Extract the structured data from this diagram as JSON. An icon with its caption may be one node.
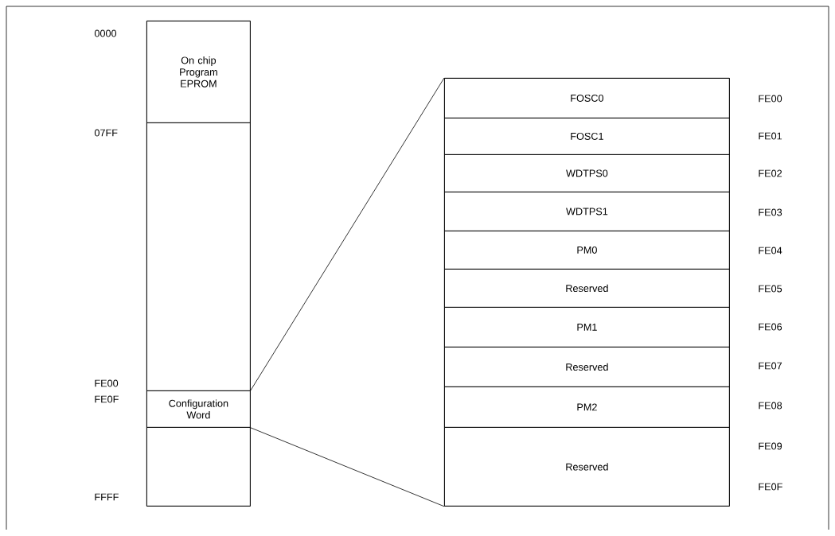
{
  "diagram": {
    "nodes": [
      {
        "text": [],
        "shape": "box"
      },
      {
        "text": [
          "On chip Program EPROM"
        ],
        "in": 0
      },
      {
        "text": [],
        "shape": "box",
        "in": 0
      },
      {
        "text": [
          "Configuration Word"
        ],
        "in": 0
      },
      {
        "text": [],
        "shape": "box",
        "in": 0
      },
      {
        "text": [],
        "shape": "box"
      },
      {
        "text": [
          "FOSC0"
        ],
        "in": 5
      },
      {
        "text": [
          "FOSC1"
        ],
        "in": 5
      },
      {
        "text": [
          "WDTPS0"
        ],
        "in": 5
      },
      {
        "text": [
          "WDTPS1"
        ],
        "in": 5
      },
      {
        "text": [
          "PM0"
        ],
        "in": 5
      },
      {
        "text": [
          "Reserved"
        ],
        "in": 5
      },
      {
        "text": [
          "PM1"
        ],
        "in": 5
      },
      {
        "text": [
          "Reserved"
        ],
        "in": 5
      },
      {
        "text": [
          "PM2"
        ],
        "in": 5
      },
      {
        "text": [
          "Reserved"
        ],
        "in": 5
      }
    ],
    "edges": [
      {
        "from": 3,
        "to": 5,
        "arrow": "none"
      },
      {
        "from": 3,
        "to": 5,
        "arrow": "none"
      }
    ],
    "labels": [
      "0000",
      "07FF",
      "FE00",
      "FE0F",
      "FFFF",
      "FE00",
      "FE01",
      "FE02",
      "FE03",
      "FE04",
      "FE05",
      "FE06",
      "FE07",
      "FE08",
      "FE09",
      "FE0F"
    ]
  }
}
